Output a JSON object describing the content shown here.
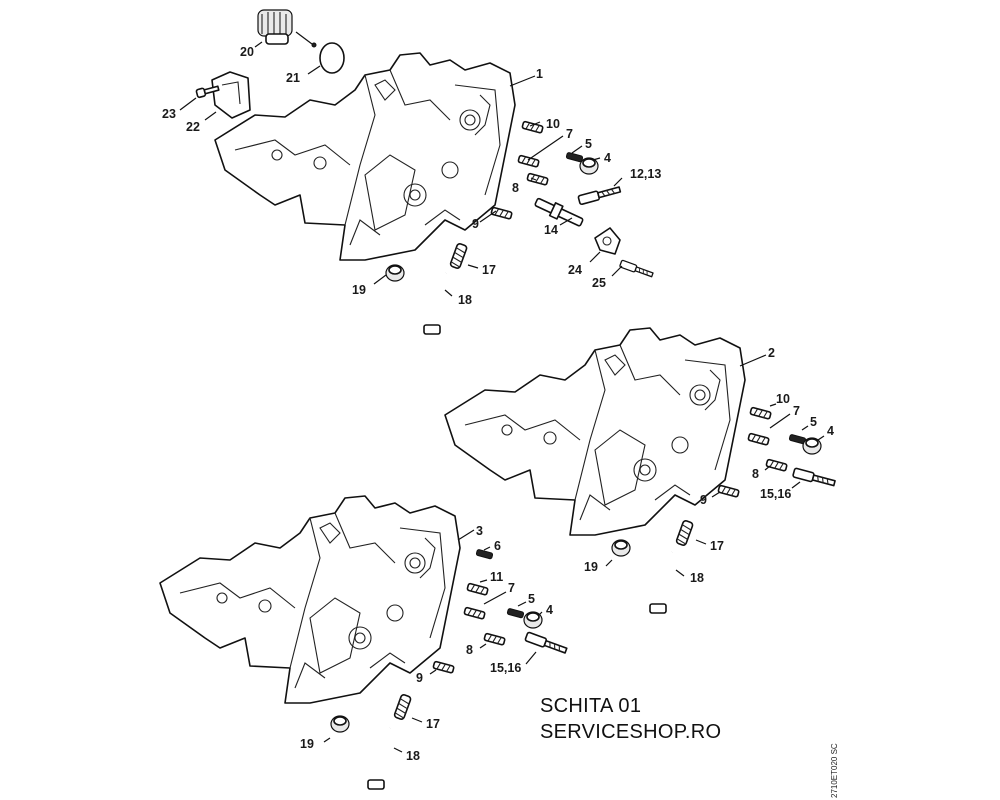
{
  "diagram": {
    "footer": {
      "caption_line1": "SCHITA 01",
      "caption_line2": "SERVICESHOP.RO",
      "drawing_code": "2710ET020 SC"
    },
    "top_assembly": {
      "labels": {
        "p1": "1",
        "p10": "10",
        "p7": "7",
        "p5": "5",
        "p4": "4",
        "p8": "8",
        "p12_13": "12,13",
        "p14": "14",
        "p9": "9",
        "p24": "24",
        "p25": "25",
        "p17": "17",
        "p18": "18",
        "p19": "19",
        "p20": "20",
        "p21": "21",
        "p22": "22",
        "p23": "23"
      }
    },
    "middle_assembly": {
      "labels": {
        "p2": "2",
        "p10": "10",
        "p7": "7",
        "p5": "5",
        "p4": "4",
        "p8": "8",
        "p15_16": "15,16",
        "p9": "9",
        "p17": "17",
        "p18": "18",
        "p19": "19"
      }
    },
    "bottom_assembly": {
      "labels": {
        "p3": "3",
        "p6": "6",
        "p11": "11",
        "p7": "7",
        "p5": "5",
        "p4": "4",
        "p8": "8",
        "p15_16": "15,16",
        "p9": "9",
        "p17": "17",
        "p18": "18",
        "p19": "19"
      }
    }
  }
}
